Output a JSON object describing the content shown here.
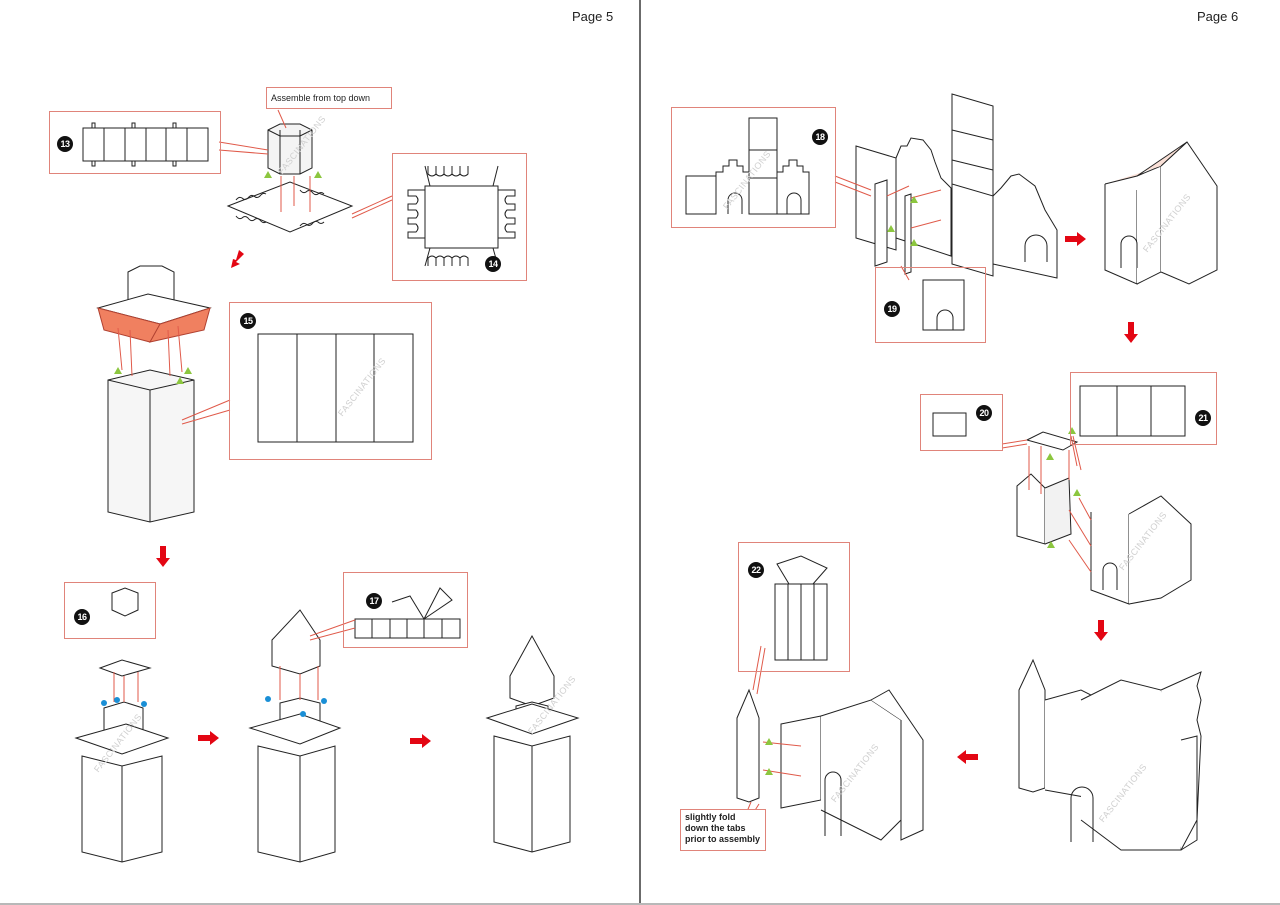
{
  "document": {
    "type": "assembly-instructions",
    "brand_watermark": "FASCINATIONS"
  },
  "pages": [
    {
      "page_label": "Page 5",
      "notes": [
        "Assemble from top down"
      ],
      "steps": [
        {
          "number": "13",
          "part": "hexagonal tower strip"
        },
        {
          "number": "14",
          "part": "square crenellated base"
        },
        {
          "number": "15",
          "part": "four-panel tower body"
        },
        {
          "number": "16",
          "part": "hexagon cap"
        },
        {
          "number": "17",
          "part": "spire roof with crenellated band"
        }
      ]
    },
    {
      "page_label": "Page 6",
      "notes": [
        "slightly fold down the tabs prior to assembly"
      ],
      "steps": [
        {
          "number": "18",
          "part": "castle front wall set"
        },
        {
          "number": "19",
          "part": "gatehouse arch"
        },
        {
          "number": "20",
          "part": "small floor panel"
        },
        {
          "number": "21",
          "part": "three-panel side wall"
        },
        {
          "number": "22",
          "part": "round tower with spire"
        }
      ]
    }
  ],
  "colors": {
    "callout_border": "#e0847a",
    "arrow_red": "#e30613",
    "guide_line": "#e05a4a",
    "marker_green": "#8cc63f",
    "marker_blue": "#1a8fd6",
    "roof_orange": "#f08060",
    "line_art": "#222222"
  }
}
